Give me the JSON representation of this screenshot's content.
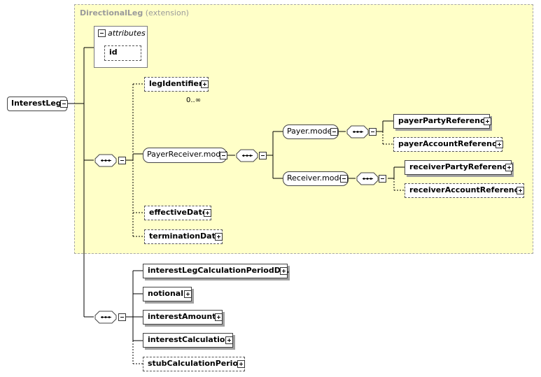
{
  "extension": {
    "name": "DirectionalLeg",
    "suffix": "(extension)"
  },
  "attributes": {
    "label": "attributes",
    "items": [
      "id"
    ]
  },
  "root": {
    "label": "InterestLeg"
  },
  "legIdentifier": {
    "label": "legIdentifier",
    "cardinality": "0..∞"
  },
  "payerReceiver": {
    "label": "PayerReceiver.model"
  },
  "payerModel": {
    "label": "Payer.model"
  },
  "receiverModel": {
    "label": "Receiver.model"
  },
  "payerPartyReference": {
    "label": "payerPartyReference"
  },
  "payerAccountReference": {
    "label": "payerAccountReference"
  },
  "receiverPartyReference": {
    "label": "receiverPartyReference"
  },
  "receiverAccountReference": {
    "label": "receiverAccountReference"
  },
  "effectiveDate": {
    "label": "effectiveDate"
  },
  "terminationDate": {
    "label": "terminationDate"
  },
  "interestLegCalculationPeriodDates": {
    "label": "interestLegCalculationPeriodD..."
  },
  "notional": {
    "label": "notional"
  },
  "interestAmount": {
    "label": "interestAmount"
  },
  "interestCalculation": {
    "label": "interestCalculation"
  },
  "stubCalculationPeriod": {
    "label": "stubCalculationPeriod"
  }
}
